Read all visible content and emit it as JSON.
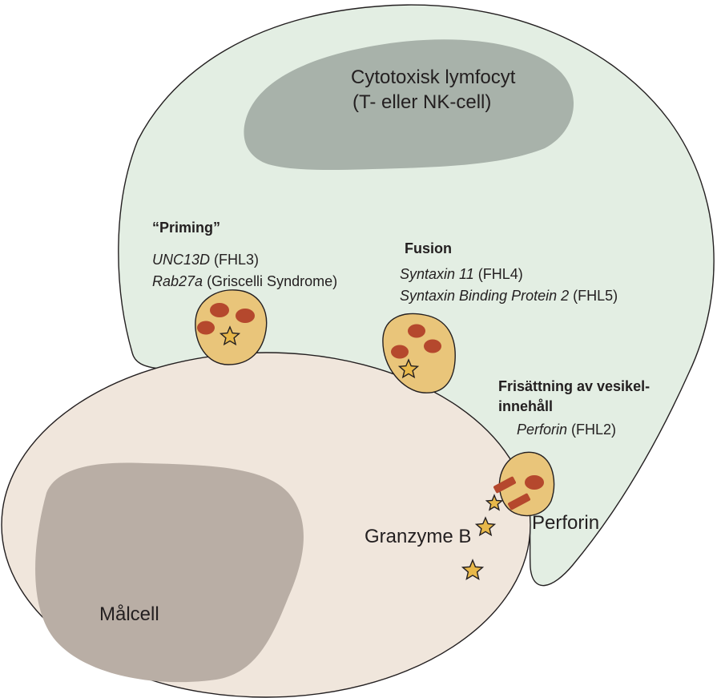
{
  "colors": {
    "lymphocyte_fill": "#e3eee3",
    "lymphocyte_nucleus": "#a8b2aa",
    "target_fill": "#f0e6dc",
    "target_nucleus": "#b9aea5",
    "vesicle_fill": "#e9c57a",
    "granule": "#b5482d",
    "star": "#e8b84a",
    "outline": "#231f20"
  },
  "lymphocyte": {
    "title_line1": "Cytotoxisk lymfocyt",
    "title_line2": "(T- eller NK-cell)"
  },
  "priming": {
    "heading": "“Priming”",
    "gene1": "UNC13D",
    "gene1_note": " (FHL3)",
    "gene2": "Rab27a",
    "gene2_note": " (Griscelli Syndrome)"
  },
  "fusion": {
    "heading": "Fusion",
    "gene1": "Syntaxin 11",
    "gene1_note": " (FHL4)",
    "gene2": "Syntaxin Binding Protein 2",
    "gene2_note": " (FHL5)"
  },
  "release": {
    "heading_line1": "Frisättning av vesikel-",
    "heading_line2": "innehåll",
    "gene": "Perforin",
    "gene_note": " (FHL2)"
  },
  "labels": {
    "perforin": "Perforin",
    "granzyme": "Granzyme B",
    "target_cell": "Målcell"
  },
  "icons": {
    "vesicle": "vesicle-icon",
    "granule": "granule-icon",
    "granzyme": "star-icon"
  }
}
